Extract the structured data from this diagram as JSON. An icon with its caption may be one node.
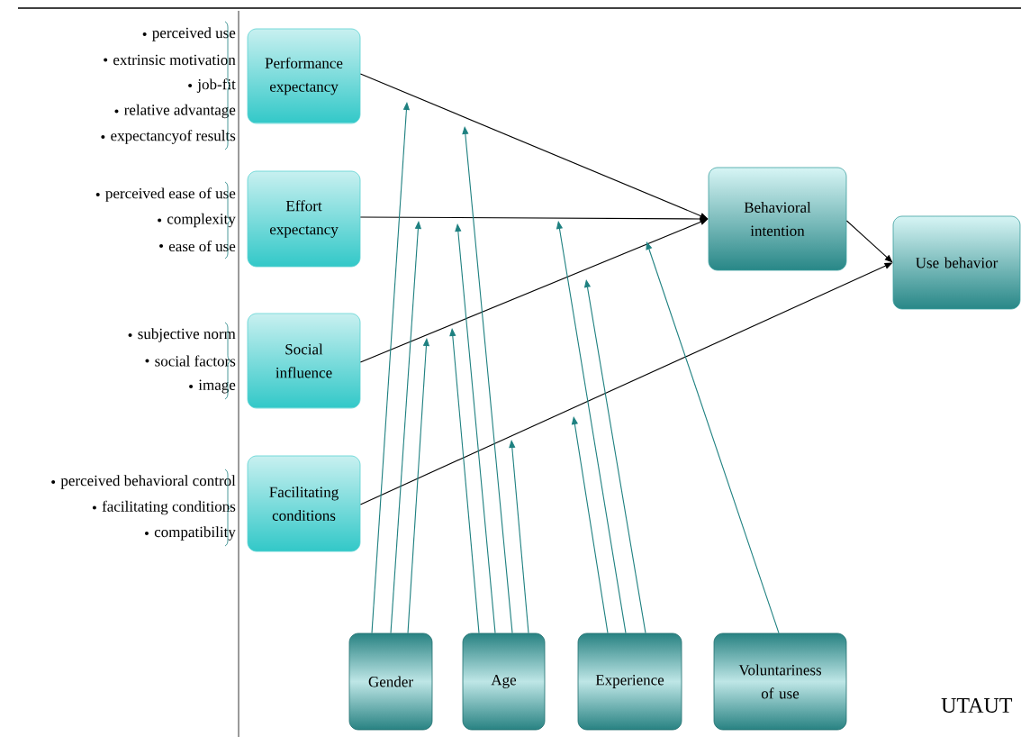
{
  "diagram": {
    "nodes": [
      {
        "text": [
          "Performance expectancy"
        ],
        "beside": [
          "perceived use",
          "extrinsic motivation",
          "job-fit",
          "relative advantage",
          "expectancyof results"
        ]
      },
      {
        "text": [
          "Effort expectancy"
        ],
        "beside": [
          "perceived ease of use",
          "complexity",
          "ease of use"
        ]
      },
      {
        "text": [
          "Social influence"
        ],
        "beside": [
          "subjective norm",
          "social factors",
          "image"
        ]
      },
      {
        "text": [
          "Facilitating conditions"
        ],
        "beside": [
          "perceived behavioral  control",
          "facilitating conditions",
          "compatibility"
        ]
      },
      {
        "text": [
          "Behavioral intention"
        ]
      },
      {
        "text": [
          "Use behavior"
        ]
      },
      {
        "text": [
          "Gender"
        ]
      },
      {
        "text": [
          "Age"
        ]
      },
      {
        "text": [
          "Experience"
        ]
      },
      {
        "text": [
          "Voluntariness of use"
        ]
      }
    ],
    "edges": [
      {
        "from": 0,
        "to": 4,
        "arrow": "to",
        "color": "#000000"
      },
      {
        "from": 1,
        "to": 4,
        "arrow": "to",
        "color": "#000000"
      },
      {
        "from": 2,
        "to": 4,
        "arrow": "to",
        "color": "#000000"
      },
      {
        "from": 4,
        "to": 5,
        "arrow": "to",
        "color": "#000000"
      },
      {
        "from": 3,
        "to": 5,
        "arrow": "to",
        "color": "#000000"
      },
      {
        "from": 6,
        "to": null,
        "arrow": "to"
      },
      {
        "from": 6,
        "to": null,
        "arrow": "to"
      },
      {
        "from": 6,
        "to": null,
        "arrow": "to"
      },
      {
        "from": 7,
        "to": null,
        "arrow": "to"
      },
      {
        "from": 7,
        "to": null,
        "arrow": "to"
      },
      {
        "from": 7,
        "to": null,
        "arrow": "to"
      },
      {
        "from": 7,
        "to": null,
        "arrow": "to"
      },
      {
        "from": 8,
        "to": null,
        "arrow": "to"
      },
      {
        "from": 8,
        "to": null,
        "arrow": "to"
      },
      {
        "from": 8,
        "to": null,
        "arrow": "to"
      },
      {
        "from": 9,
        "to": null,
        "arrow": "to"
      }
    ],
    "labels": [
      "UTAUT"
    ]
  }
}
